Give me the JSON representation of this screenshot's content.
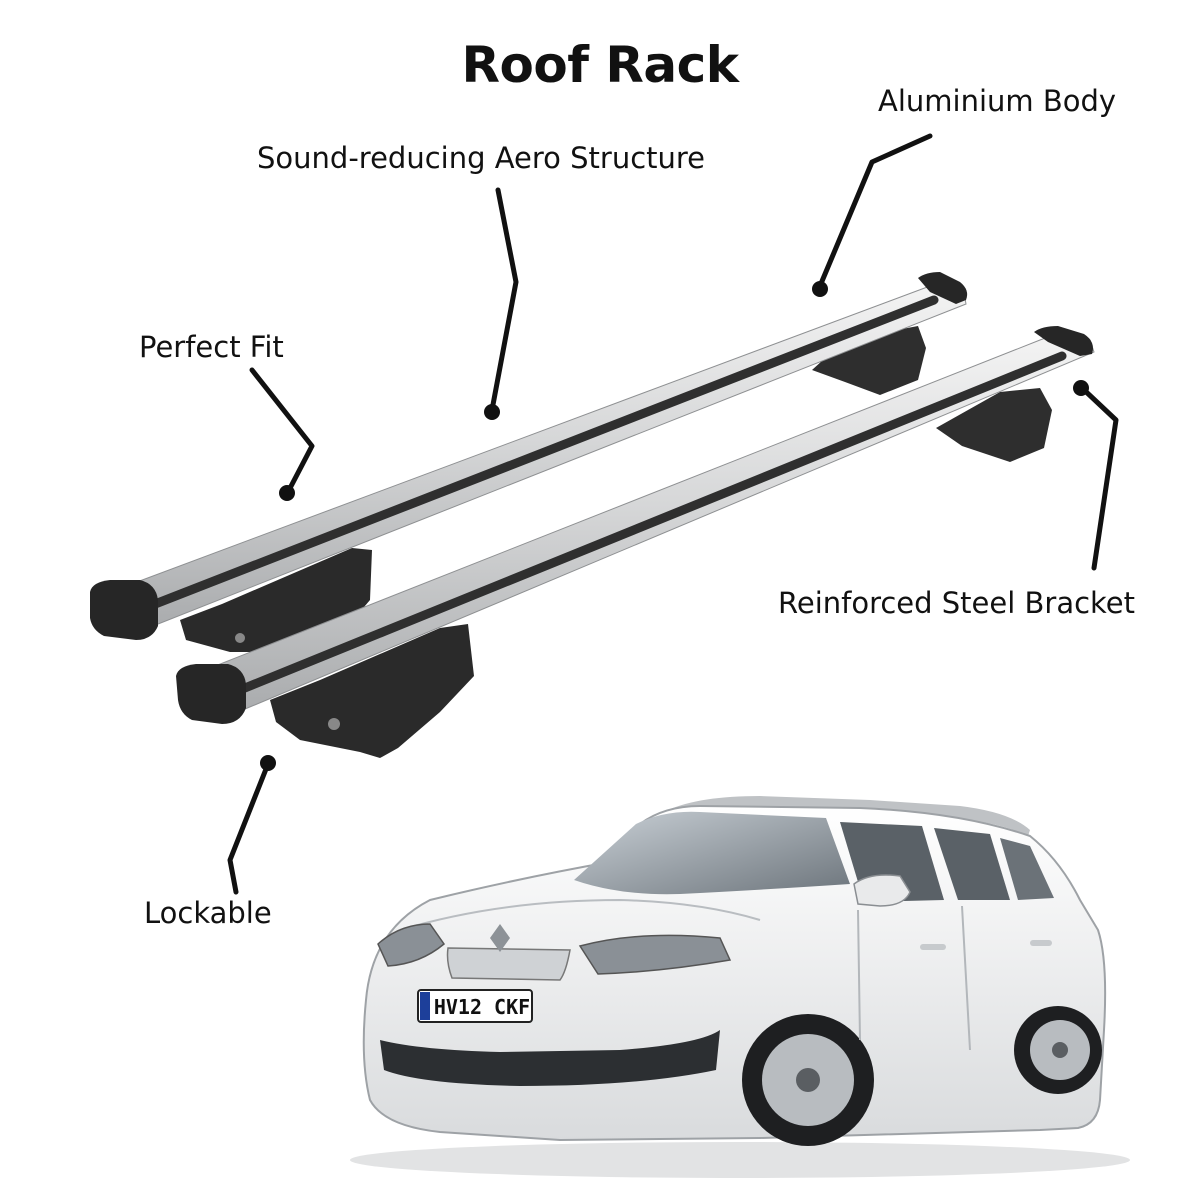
{
  "title": "Roof Rack",
  "callouts": {
    "aluminium_body": "Aluminium Body",
    "aero_structure": "Sound-reducing Aero Structure",
    "perfect_fit": "Perfect Fit",
    "steel_bracket": "Reinforced Steel Bracket",
    "lockable": "Lockable"
  },
  "car": {
    "plate": "HV12 CKF"
  },
  "colors": {
    "text": "#111111",
    "bar_silver": "#d9dadb",
    "bar_dark": "#2b2b2b",
    "car_body": "#f2f3f4"
  }
}
